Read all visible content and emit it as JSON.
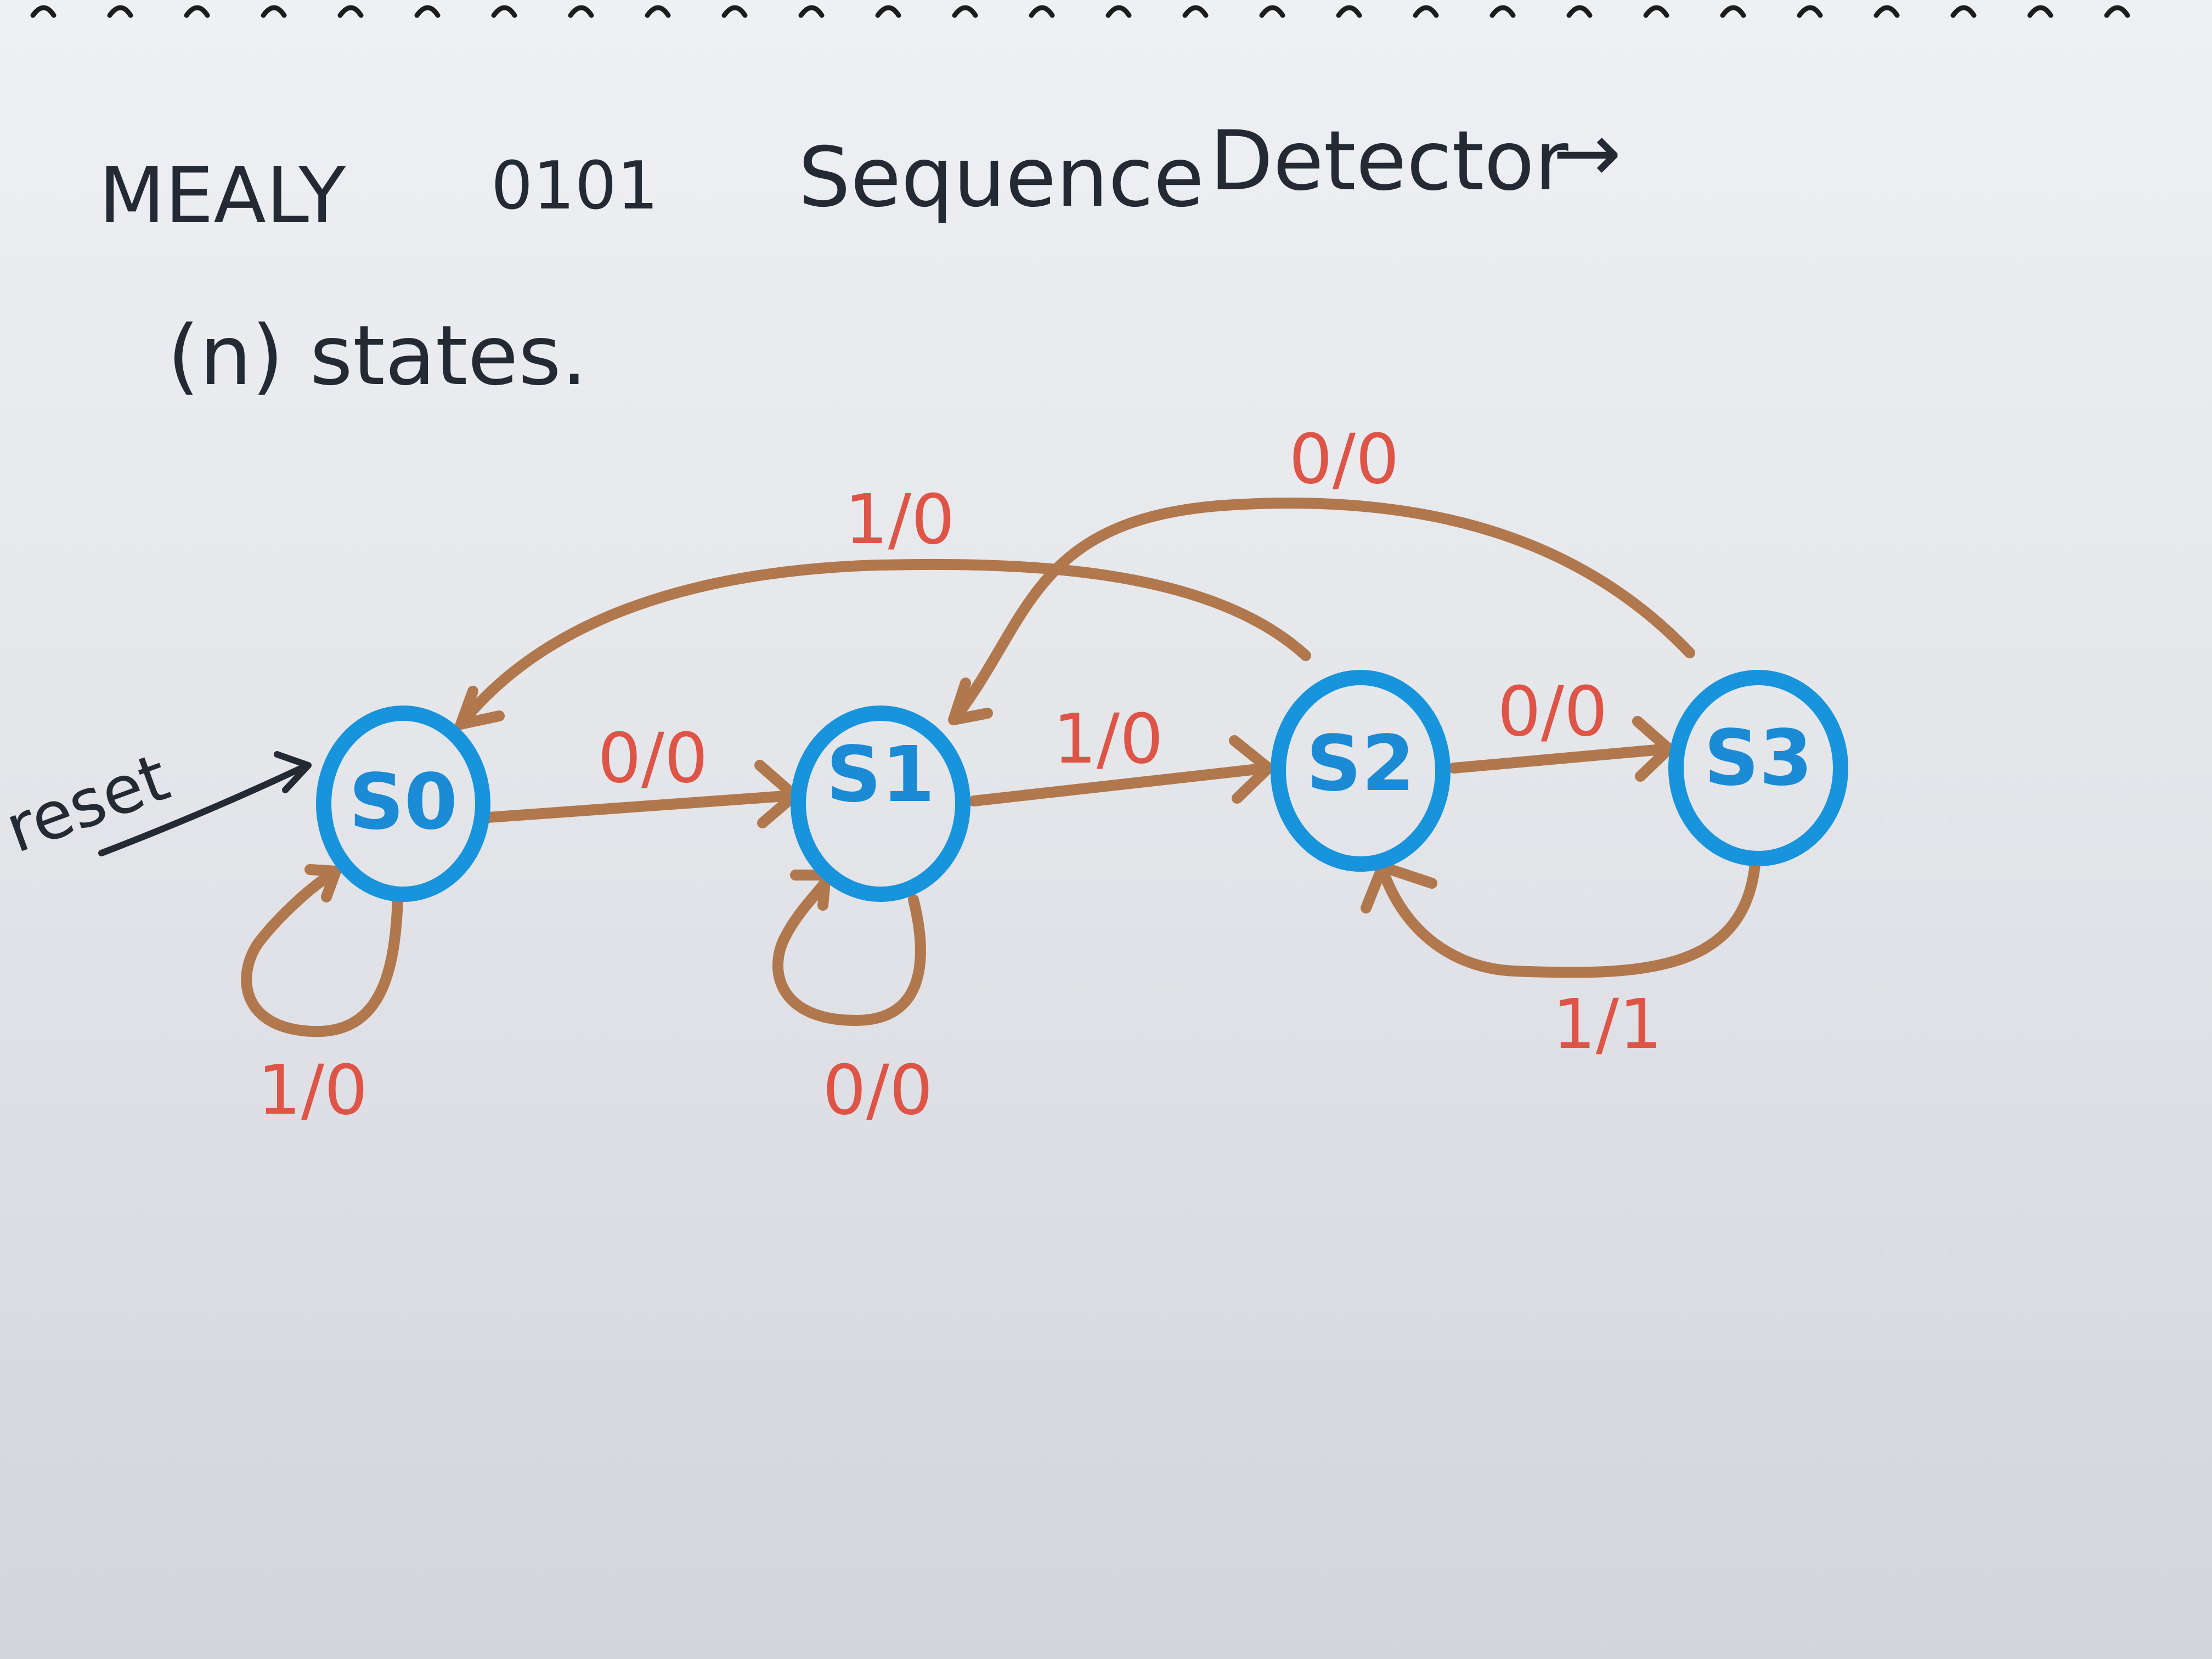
{
  "title": {
    "line1_word1": "MEALY",
    "line1_word2": "0101",
    "line1_word3": "Sequence",
    "line1_word4": "Detector",
    "line1_arrow": "→",
    "line2": "(n) states."
  },
  "states": [
    {
      "id": "S0",
      "label": "S0"
    },
    {
      "id": "S1",
      "label": "S1"
    },
    {
      "id": "S2",
      "label": "S2"
    },
    {
      "id": "S3",
      "label": "S3"
    }
  ],
  "initial": {
    "label": "reset",
    "target": "S0"
  },
  "transitions": [
    {
      "from": "S0",
      "to": "S1",
      "label": "0/0"
    },
    {
      "from": "S1",
      "to": "S2",
      "label": "1/0"
    },
    {
      "from": "S2",
      "to": "S3",
      "label": "0/0"
    },
    {
      "from": "S3",
      "to": "S2",
      "label": "1/1"
    },
    {
      "from": "S3",
      "to": "S1",
      "label": "0/0"
    },
    {
      "from": "S2",
      "to": "S0",
      "label": "1/0"
    },
    {
      "from": "S0",
      "to": "S0",
      "label": "1/0"
    },
    {
      "from": "S1",
      "to": "S1",
      "label": "0/0"
    }
  ],
  "colors": {
    "paper": "#e8eaee",
    "ink": "#232a33",
    "state_blue": "#1894dc",
    "edge_brown": "#b1774d",
    "label_red": "#de5446"
  }
}
